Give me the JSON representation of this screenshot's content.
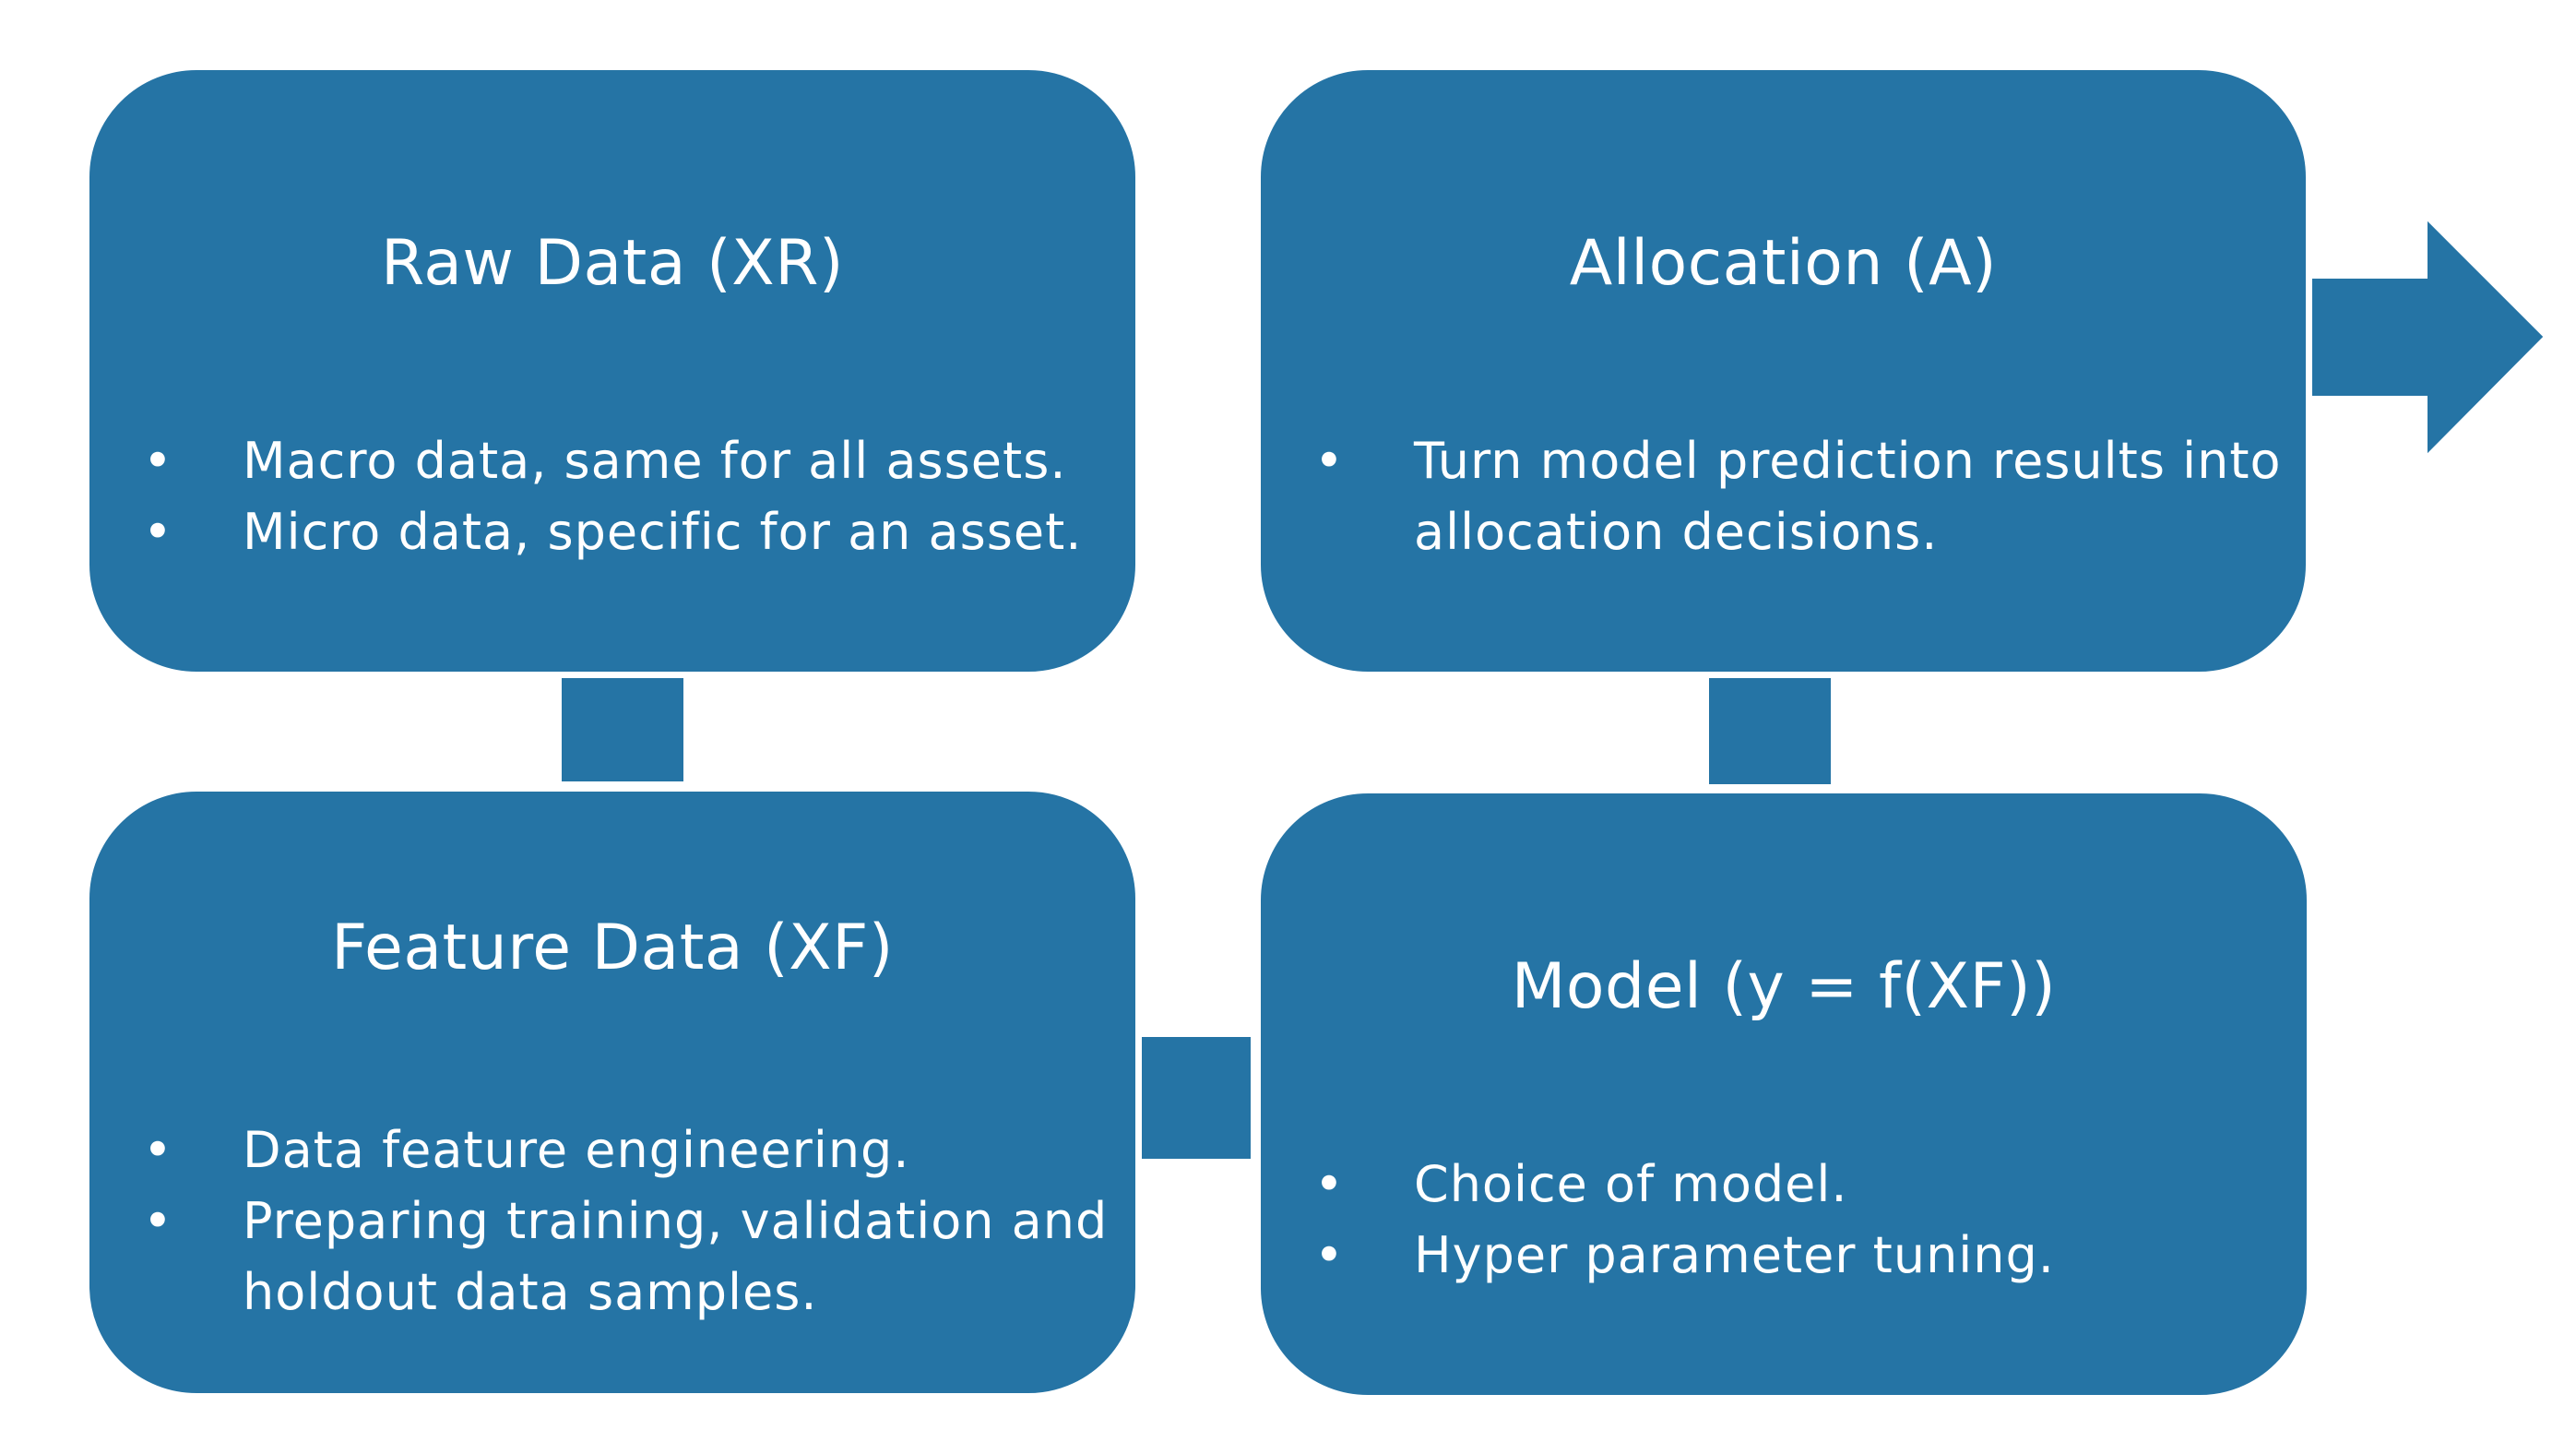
{
  "colors": {
    "box": "#2574a5",
    "text": "#ffffff",
    "background": "#ffffff"
  },
  "nodes": {
    "raw_data": {
      "title": "Raw Data (XR)",
      "bullets": [
        "Macro data, same for all assets.",
        "Micro data, specific for an asset."
      ]
    },
    "allocation": {
      "title": "Allocation (A)",
      "bullets": [
        "Turn model prediction results into",
        "allocation decisions."
      ]
    },
    "feature_data": {
      "title": "Feature Data (XF)",
      "bullets": [
        "Data feature engineering.",
        "Preparing training, validation and",
        "holdout data samples."
      ]
    },
    "model": {
      "title": "Model (y = f(XF))",
      "bullets": [
        "Choice of model.",
        "Hyper parameter tuning."
      ]
    }
  },
  "edges": [
    {
      "from": "raw_data",
      "to": "feature_data"
    },
    {
      "from": "feature_data",
      "to": "model"
    },
    {
      "from": "model",
      "to": "allocation"
    },
    {
      "from": "allocation",
      "to": "output"
    }
  ],
  "icons": {
    "output_arrow": "right-arrow-icon"
  }
}
